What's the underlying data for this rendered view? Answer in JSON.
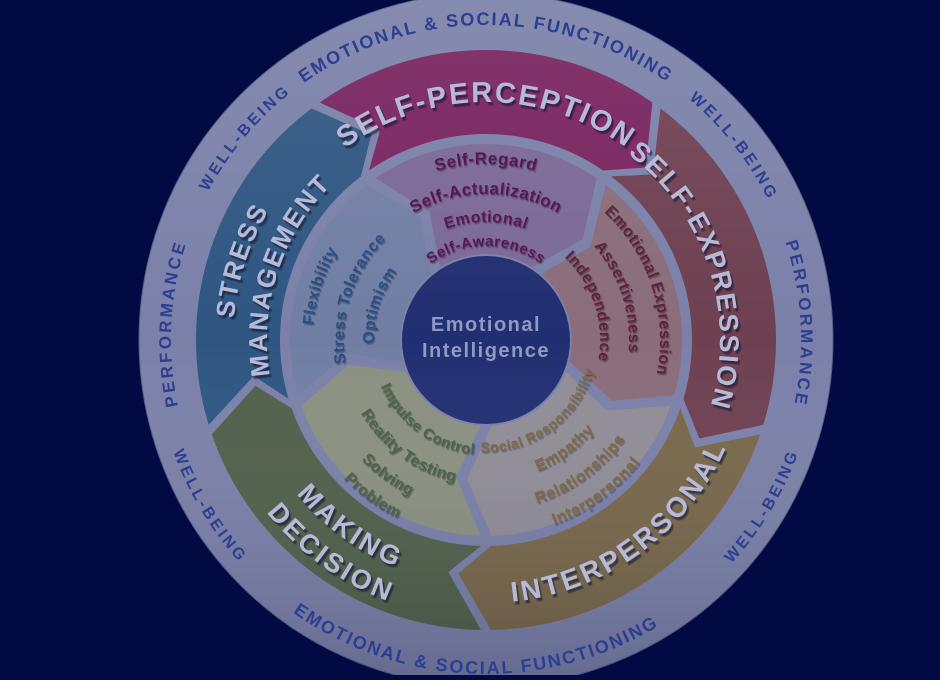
{
  "diagram_title": "Emotional Intelligence wheel (EQ-i 2.0 model)",
  "center": {
    "lines": [
      "Emotional",
      "Intelligence"
    ]
  },
  "outer_ring": {
    "labels": [
      {
        "id": "functioning-top",
        "text": "EMOTIONAL & SOCIAL FUNCTIONING"
      },
      {
        "id": "wellbeing-top-left",
        "text": "WELL-BEING"
      },
      {
        "id": "wellbeing-top-right",
        "text": "WELL-BEING"
      },
      {
        "id": "performance-left",
        "text": "PERFORMANCE"
      },
      {
        "id": "performance-right",
        "text": "PERFORMANCE"
      },
      {
        "id": "wellbeing-bottom-left",
        "text": "WELL-BEING"
      },
      {
        "id": "wellbeing-bottom-right",
        "text": "WELL-BEING"
      },
      {
        "id": "functioning-bottom",
        "text": "EMOTIONAL & SOCIAL FUNCTIONING"
      }
    ]
  },
  "sectors": [
    {
      "id": "self-perception",
      "label_lines": [
        "SELF-PERCEPTION"
      ],
      "subskill_lines": [
        "Self-Regard",
        "Self-Actualization",
        "Emotional",
        "Self-Awareness"
      ],
      "band_color": "#78235e",
      "wedge_color": "#7b6896",
      "subskill_text_color": "#5a1950"
    },
    {
      "id": "self-expression",
      "label_lines": [
        "SELF-EXPRESSION"
      ],
      "subskill_lines": [
        "Emotional Expression",
        "Assertiveness",
        "Independence"
      ],
      "band_color": "#6e4051",
      "wedge_color": "#8a6c7a",
      "subskill_text_color": "#5f2439"
    },
    {
      "id": "interpersonal",
      "label_lines": [
        "INTERPERSONAL"
      ],
      "subskill_lines": [
        "Interpersonal",
        "Relationships",
        "Empathy",
        "Social Responsibility"
      ],
      "band_color": "#786749",
      "wedge_color": "#908d97",
      "subskill_text_color": "#7b6a47"
    },
    {
      "id": "decision-making",
      "label_lines": [
        "DECISION",
        "MAKING"
      ],
      "subskill_lines": [
        "Problem",
        "Solving",
        "Reality Testing",
        "Impulse Control"
      ],
      "band_color": "#50604a",
      "wedge_color": "#8a9181",
      "subskill_text_color": "#4f6247"
    },
    {
      "id": "stress-management",
      "label_lines": [
        "STRESS",
        "MANAGEMENT"
      ],
      "subskill_lines": [
        "Flexibility",
        "Stress Tolerance",
        "Optimism"
      ],
      "band_color": "#2e5681",
      "wedge_color": "#717ea4",
      "subskill_text_color": "#2a4f7e"
    }
  ],
  "colors": {
    "background": "#020a43",
    "ring": "#7a80a8",
    "ring_text": "#2c3e91",
    "sector_label": "#b6bad7",
    "center_circle": "#212e71",
    "center_text": "#9099c2"
  }
}
